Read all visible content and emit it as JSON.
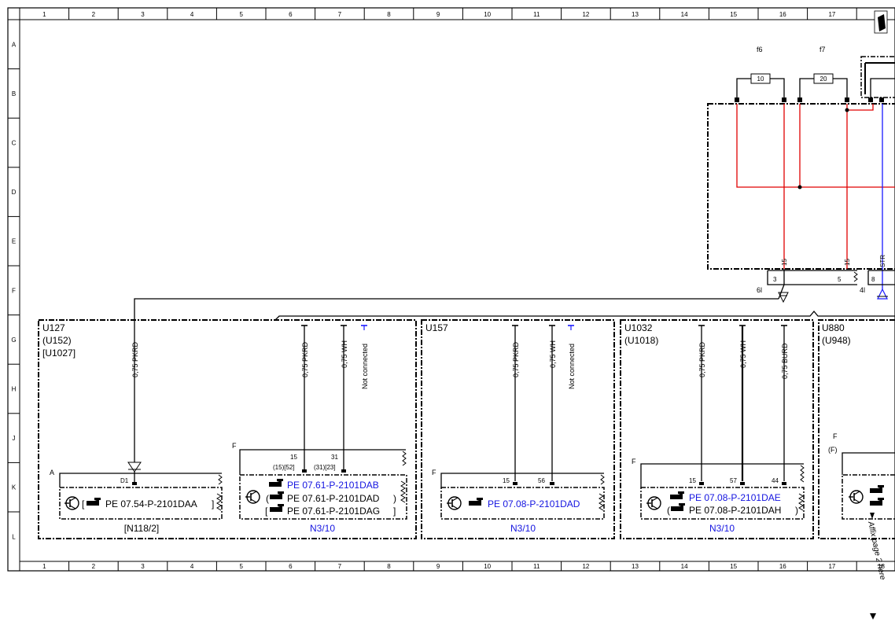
{
  "ruler": {
    "columns": [
      "1",
      "2",
      "3",
      "4",
      "5",
      "6",
      "7",
      "8",
      "9",
      "10",
      "11",
      "12",
      "13",
      "14",
      "15",
      "16",
      "17",
      "18"
    ],
    "rows": [
      "A",
      "B",
      "C",
      "D",
      "E",
      "F",
      "G",
      "H",
      "J",
      "K",
      "L"
    ]
  },
  "fuses": {
    "f6": {
      "label": "f6",
      "value": "10"
    },
    "f7": {
      "label": "f7",
      "value": "20"
    }
  },
  "top_box": {
    "pin_16": "15",
    "pin_17": "15",
    "pin_str": "STR"
  },
  "connectors": {
    "c6l": {
      "label": "6l",
      "pin_a": "3",
      "pin_b": "5"
    },
    "c4l": {
      "label": "4l",
      "pin_a": "8"
    }
  },
  "blocks": {
    "u127": {
      "title": "U127",
      "alt1": "(U152)",
      "alt2": "[U1027]",
      "wire": "0,75 PKRD",
      "module_a": {
        "letter": "A",
        "pin": "D1",
        "ref": "PE 07.54-P-2101DAA",
        "ref_prefix": "[",
        "ref_suffix": "]",
        "caption": "[N118/2]"
      },
      "module_f": {
        "letter": "F",
        "wire1": "0,75 PKRD",
        "wire2": "0,75 WH",
        "wire3": "Not connected",
        "pin1": "15",
        "pin1_alt": "(15)[52]",
        "pin2": "31",
        "pin2_alt": "(31)[23]",
        "ref1": "PE 07.61-P-2101DAB",
        "ref2": "PE 07.61-P-2101DAD",
        "ref2_prefix": "(",
        "ref2_suffix": ")",
        "ref3": "PE 07.61-P-2101DAG",
        "ref3_prefix": "[",
        "ref3_suffix": "]",
        "caption": "N3/10"
      }
    },
    "u157": {
      "title": "U157",
      "wire1": "0,75 PKRD",
      "wire2": "0,75 WH",
      "wire3": "Not connected",
      "letter": "F",
      "pin1": "15",
      "pin2": "56",
      "ref": "PE 07.08-P-2101DAD",
      "caption": "N3/10"
    },
    "u1032": {
      "title": "U1032",
      "alt1": "(U1018)",
      "wire1": "0,75 PKRD",
      "wire2": "0,75 WH",
      "wire3": "0,75 BURD",
      "letter": "F",
      "pin1": "15",
      "pin2": "57",
      "pin3": "44",
      "ref1": "PE 07.08-P-2101DAE",
      "ref2": "PE 07.08-P-2101DAH",
      "ref2_prefix": "(",
      "ref2_suffix": ")",
      "caption": "N3/10"
    },
    "u880": {
      "title": "U880",
      "alt1": "(U948)",
      "letter": "F",
      "letter_alt": "(F)"
    }
  },
  "affix": "Affix page 2 here"
}
